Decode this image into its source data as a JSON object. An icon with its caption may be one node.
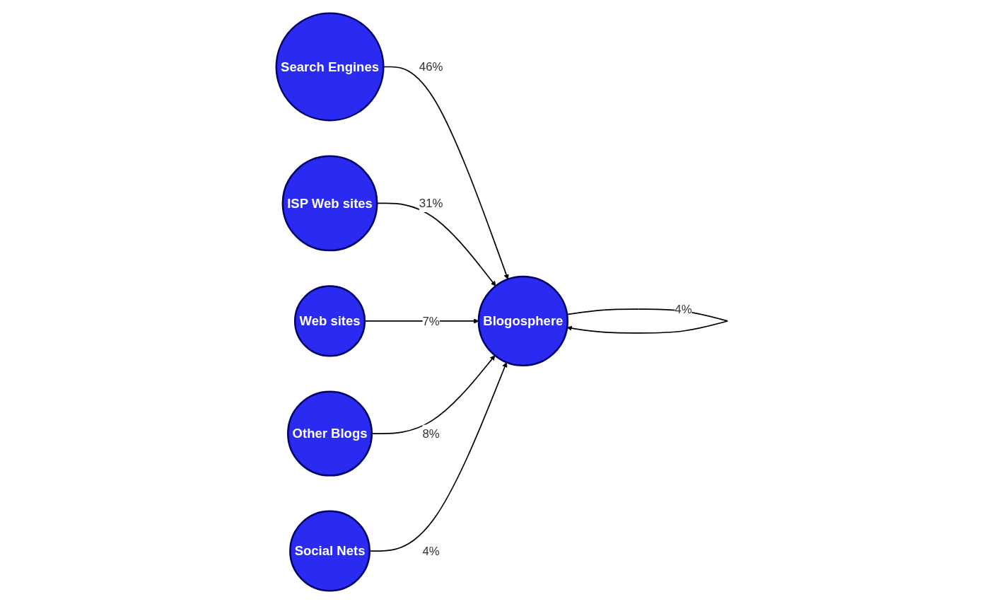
{
  "diagram": {
    "nodes": [
      {
        "text": [
          "Search Engines"
        ]
      },
      {
        "text": [
          "ISP Web sites"
        ]
      },
      {
        "text": [
          "Web sites"
        ]
      },
      {
        "text": [
          "Blogosphere"
        ]
      },
      {
        "text": [
          "Social Nets"
        ]
      },
      {
        "text": [
          "Other Blogs"
        ]
      }
    ],
    "edges": [
      {
        "from": 0,
        "to": 3,
        "arrow": "to",
        "label": "46%"
      },
      {
        "from": 1,
        "to": 3,
        "arrow": "to",
        "label": "31%"
      },
      {
        "from": 3,
        "to": 3,
        "arrow": "to",
        "label": "4%"
      },
      {
        "from": 2,
        "to": 3,
        "arrow": "to",
        "label": "7%"
      },
      {
        "from": 5,
        "to": 3,
        "arrow": "to",
        "label": "8%"
      },
      {
        "from": 4,
        "to": 3,
        "arrow": "to",
        "label": "4%"
      }
    ]
  }
}
